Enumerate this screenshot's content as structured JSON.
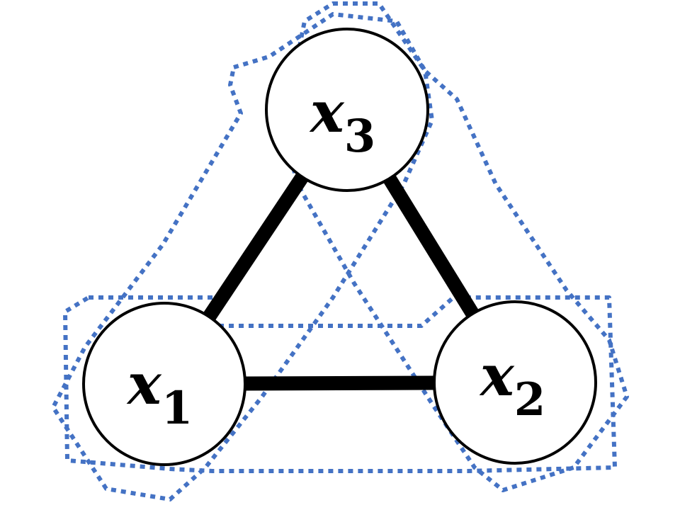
{
  "diagram": {
    "type": "undirected-graph",
    "nodes": [
      {
        "id": "x1",
        "variable": "x",
        "subscript": "1"
      },
      {
        "id": "x2",
        "variable": "x",
        "subscript": "2"
      },
      {
        "id": "x3",
        "variable": "x",
        "subscript": "3"
      }
    ],
    "edges": [
      {
        "from": "x1",
        "to": "x3"
      },
      {
        "from": "x3",
        "to": "x2"
      },
      {
        "from": "x1",
        "to": "x2"
      }
    ],
    "groupings": [
      {
        "members": [
          "x1",
          "x2"
        ],
        "style": "dotted"
      },
      {
        "members": [
          "x1",
          "x3"
        ],
        "style": "dotted"
      },
      {
        "members": [
          "x2",
          "x3"
        ],
        "style": "dotted"
      }
    ]
  },
  "colors": {
    "node_fill": "#ffffff",
    "node_stroke": "#000000",
    "edge": "#000000",
    "grouping": "#4472c4"
  }
}
